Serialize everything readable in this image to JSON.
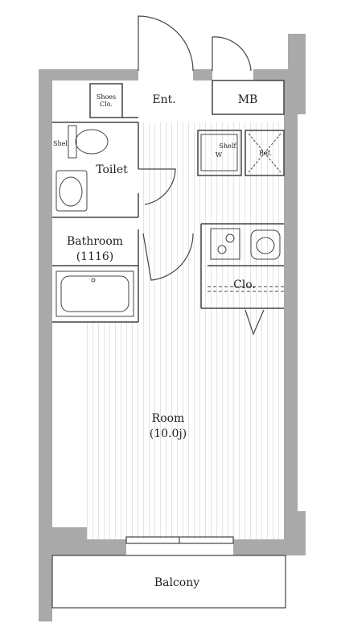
{
  "rooms": {
    "entrance": "Ent.",
    "meter_box": "MB",
    "shoes_closet": "Shoes\nClo.",
    "shelf_toilet": "Shelf",
    "toilet": "Toilet",
    "bathroom": "Bathroom",
    "bathroom_size": "(1116)",
    "shelf_laundry": "Shelf",
    "washer_mark": "W",
    "refrigerator": "Ref.",
    "closet": "Clo.",
    "room": "Room",
    "room_size": "(10.0j)",
    "balcony": "Balcony"
  },
  "colors": {
    "wall": "#a9a9a9",
    "line": "#444444",
    "floor_stripe": "#e3e3e3"
  }
}
